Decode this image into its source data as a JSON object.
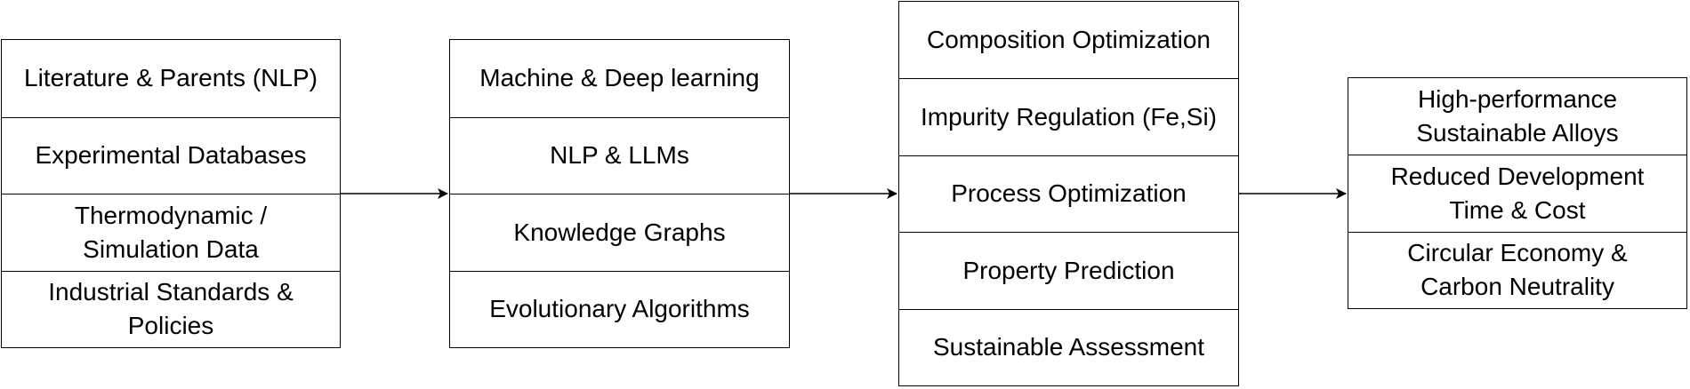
{
  "columns": [
    {
      "id": "data-sources",
      "cells": [
        "Literature & Parents (NLP)",
        "Experimental Databases",
        "Thermodynamic /\nSimulation Data",
        "Industrial Standards &\nPolicies"
      ]
    },
    {
      "id": "methods",
      "cells": [
        "Machine & Deep learning",
        "NLP & LLMs",
        "Knowledge Graphs",
        "Evolutionary Algorithms"
      ]
    },
    {
      "id": "applications",
      "cells": [
        "Composition Optimization",
        "Impurity Regulation (Fe,Si)",
        "Process Optimization",
        "Property Prediction",
        "Sustainable Assessment"
      ]
    },
    {
      "id": "outcomes",
      "cells": [
        "High-performance\nSustainable Alloys",
        "Reduced Development\nTime & Cost",
        "Circular Economy &\nCarbon Neutrality"
      ]
    }
  ]
}
